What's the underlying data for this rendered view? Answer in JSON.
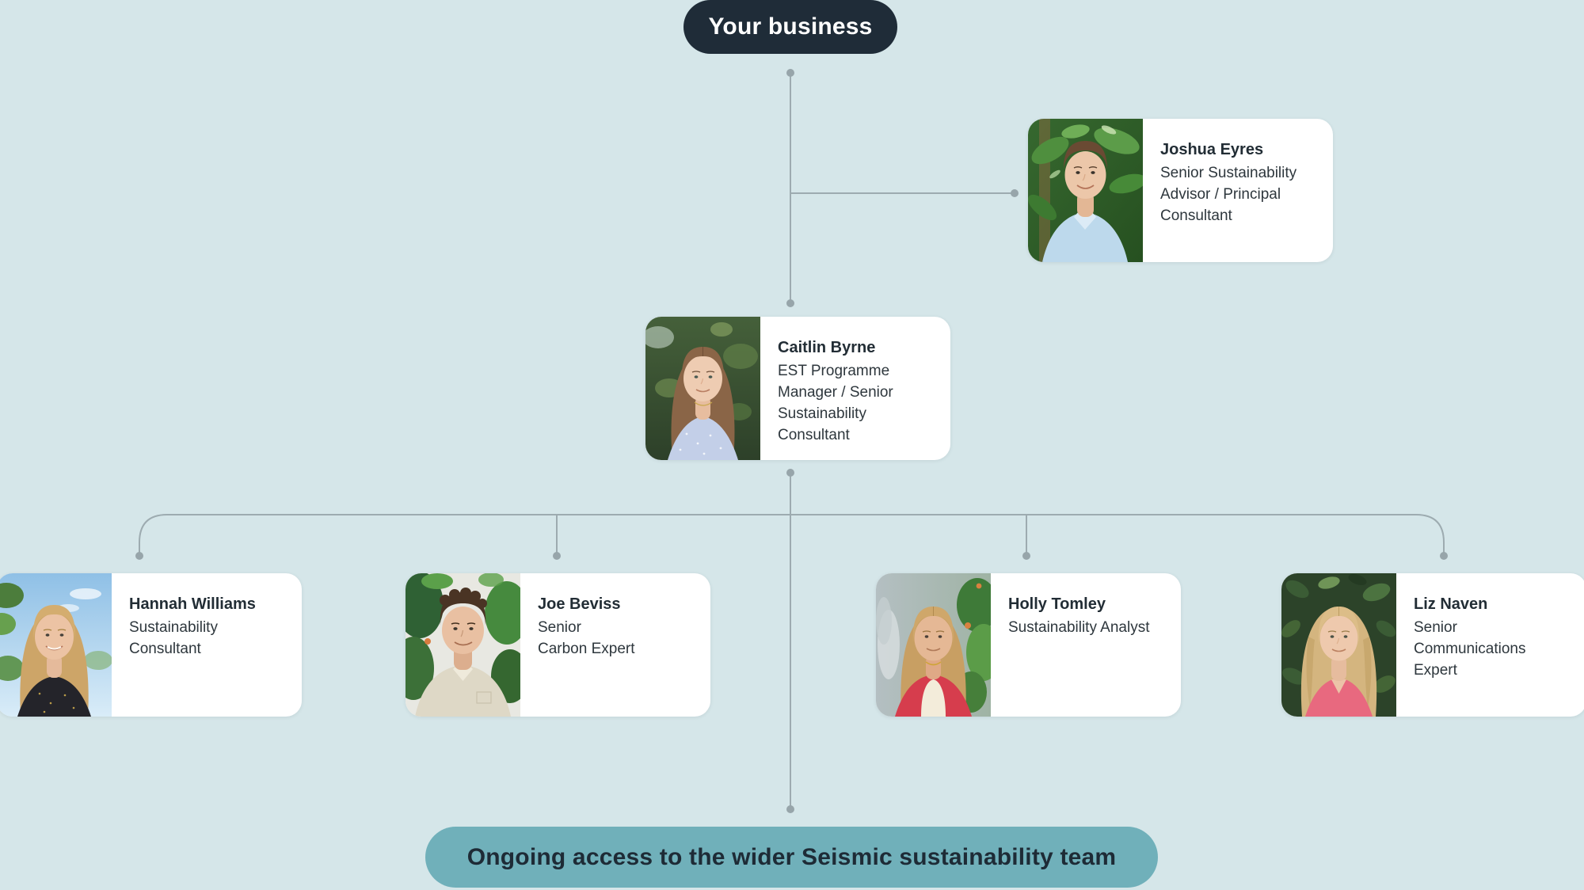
{
  "header": {
    "label": "Your business"
  },
  "footer": {
    "label": "Ongoing access to the wider Seismic sustainability team"
  },
  "people": {
    "joshua": {
      "name": "Joshua Eyres",
      "role": "Senior Sustainability Advisor / Principal Consultant",
      "role_lines": [
        "Senior Sustainability",
        "Advisor / Principal",
        "Consultant"
      ],
      "photo": "man, short brown hair, light blue shirt, green plants background"
    },
    "caitlin": {
      "name": "Caitlin Byrne",
      "role": "EST Programme Manager / Senior Sustainability Consultant",
      "role_lines": [
        "EST Programme",
        "Manager / Senior",
        "Sustainability",
        "Consultant"
      ],
      "photo": "woman, long light-brown hair, blue floral blouse, dark green foliage background"
    },
    "hannah": {
      "name": "Hannah Williams",
      "role": "Sustainability Consultant",
      "role_lines": [
        "Sustainability",
        "Consultant"
      ],
      "photo": "woman, long blonde hair, black floral top, blue sky and plants background"
    },
    "joe": {
      "name": "Joe Beviss",
      "role": "Senior Carbon Expert",
      "role_lines": [
        "Senior",
        "Carbon Expert"
      ],
      "photo": "man, curly brown hair, cream shirt, green leaves background"
    },
    "holly": {
      "name": "Holly Tomley",
      "role": "Sustainability Analyst",
      "role_lines": [
        "Sustainability Analyst"
      ],
      "photo": "woman, long blonde hair, red cardigan over white top, plants background"
    },
    "liz": {
      "name": "Liz Naven",
      "role": "Senior Communications Expert",
      "role_lines": [
        "Senior",
        "Communications",
        "Expert"
      ],
      "photo": "woman, long wavy blonde hair, pink top, dark ivy background"
    }
  },
  "colors": {
    "background": "#d5e6e9",
    "dark_pill": "#1f2c38",
    "teal_pill": "#70b0ba",
    "card": "#ffffff",
    "connector_line": "#9dabb0",
    "connector_dot": "#97a5aa",
    "name_text": "#222d35",
    "role_text": "#2e373d"
  }
}
